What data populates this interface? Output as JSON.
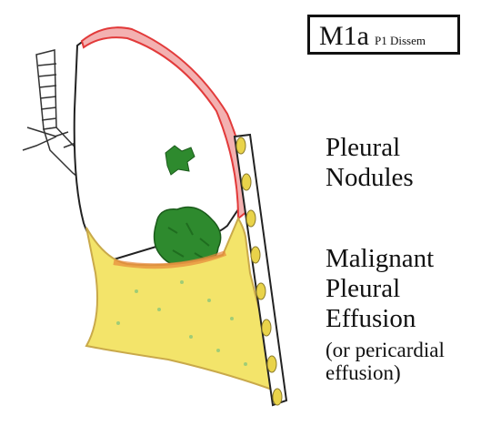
{
  "stage_box": {
    "stage": "M1a",
    "descriptor": "P1 Dissem"
  },
  "labels": {
    "pleural_nodules": [
      "Pleural",
      "Nodules"
    ],
    "effusion": [
      "Malignant",
      "Pleural",
      "Effusion"
    ],
    "effusion_note": [
      "(or pericardial",
      "effusion)"
    ]
  },
  "colors": {
    "effusion_fill": "#f3e46a",
    "pleura_red": "#e23a3a",
    "pleura_pink": "#f3b1b1",
    "tumor_green": "#2e8a2e",
    "outline": "#222222",
    "chest_wall_dot": "#e9d34a"
  },
  "icons": [
    "trachea-bronchi-drawing",
    "lung-outline",
    "pleural-nodule",
    "primary-tumor",
    "chest-wall-ribs"
  ]
}
